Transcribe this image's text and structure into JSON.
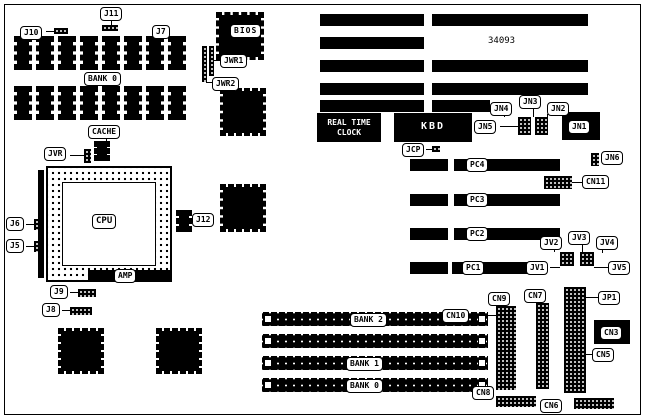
{
  "colors": {
    "ink": "#000000",
    "paper": "#ffffff"
  },
  "part_number": "34093",
  "chips": {
    "bios": "BIOS",
    "rtc_line1": "REAL TIME",
    "rtc_line2": "CLOCK",
    "kbd": "KBD",
    "cpu": "CPU",
    "amp": "AMP"
  },
  "memory": {
    "onboard_bank": "BANK 0",
    "simm_banks": {
      "bank2": "BANK 2",
      "bank1": "BANK 1",
      "bank0": "BANK 0"
    }
  },
  "slots": {
    "pc4": "PC4",
    "pc3": "PC3",
    "pc2": "PC2",
    "pc1": "PC1"
  },
  "labels": {
    "j5": "J5",
    "j6": "J6",
    "j7": "J7",
    "j8": "J8",
    "j9": "J9",
    "j10": "J10",
    "j11": "J11",
    "j12": "J12",
    "jwr1": "JWR1",
    "jwr2": "JWR2",
    "jvr": "JVR",
    "jcp": "JCP",
    "cache": "CACHE",
    "jn1": "JN1",
    "jn2": "JN2",
    "jn3": "JN3",
    "jn4": "JN4",
    "jn5": "JN5",
    "jn6": "JN6",
    "jv1": "JV1",
    "jv2": "JV2",
    "jv3": "JV3",
    "jv4": "JV4",
    "jv5": "JV5",
    "cn3": "CN3",
    "cn5": "CN5",
    "cn6": "CN6",
    "cn7": "CN7",
    "cn8": "CN8",
    "cn9": "CN9",
    "cn10": "CN10",
    "cn11": "CN11",
    "jp1": "JP1"
  }
}
